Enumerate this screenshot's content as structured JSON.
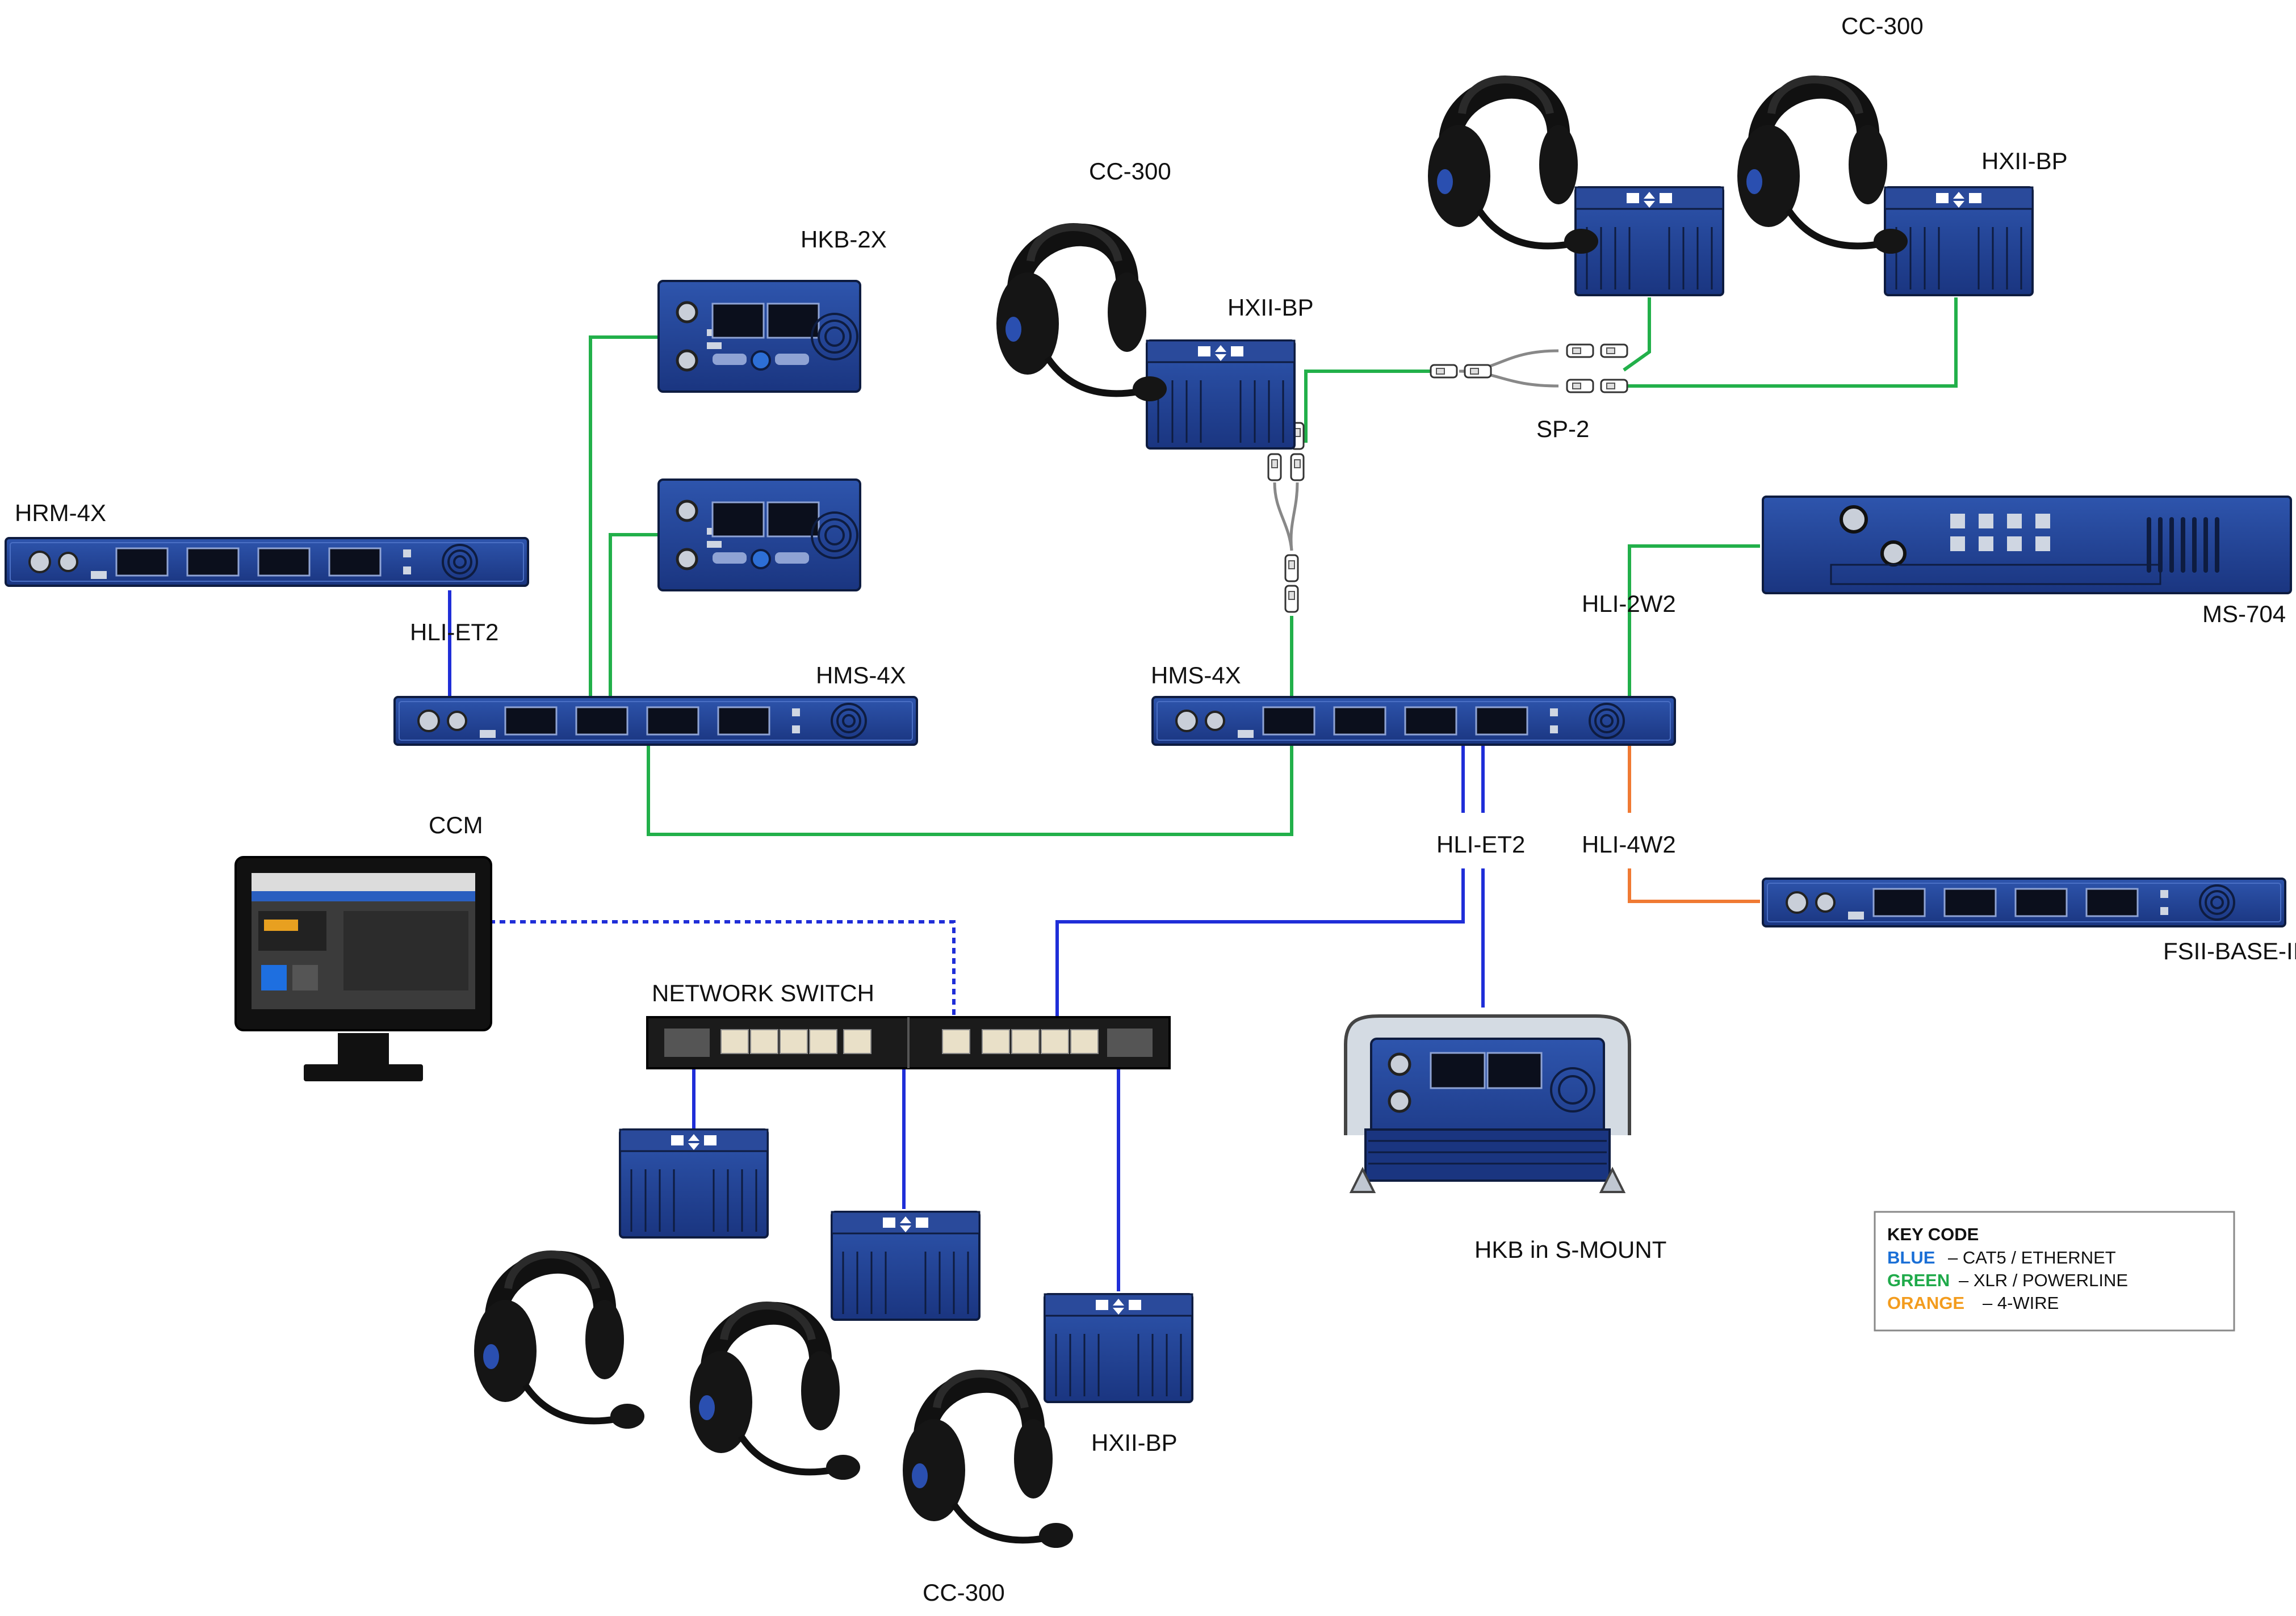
{
  "diagram": {
    "labels": {
      "hrm_4x": "HRM-4X",
      "hli_et2_left": "HLI-ET2",
      "hms_4x_left": "HMS-4X",
      "hkb_2x": "HKB-2X",
      "cc300_mid": "CC-300",
      "hxii_bp_mid": "HXII-BP",
      "cc300_top": "CC-300",
      "hxii_bp_top": "HXII-BP",
      "sp_2": "SP-2",
      "hli_2w2": "HLI-2W2",
      "ms_704": "MS-704",
      "hms_4x_right": "HMS-4X",
      "hli_et2_right": "HLI-ET2",
      "hli_4w2": "HLI-4W2",
      "fsii_base_ii": "FSII-BASE-II",
      "ccm": "CCM",
      "network_switch": "NETWORK SWITCH",
      "hkb_s_mount": "HKB in S-MOUNT",
      "hxii_bp_bottom": "HXII-BP",
      "cc300_bottom": "CC-300"
    },
    "key": {
      "title": "KEY CODE",
      "blue_word": "BLUE",
      "blue_desc": "– CAT5 / ETHERNET",
      "green_word": "GREEN",
      "green_desc": "– XLR / POWERLINE",
      "orange_word": "ORANGE",
      "orange_desc": "– 4-WIRE"
    },
    "colors": {
      "blue": "#1f2ed8",
      "green": "#22b04a",
      "orange": "#f07a33",
      "device_blue": "#1e3f8f",
      "key_blue": "#1a6fd6",
      "key_green": "#1faa4a",
      "key_orange": "#f39c1e"
    },
    "icons": [
      "headset-icon",
      "beltpack-icon",
      "rack-unit-icon",
      "desktop-panel-icon",
      "monitor-icon",
      "network-switch-icon",
      "splitter-cable-icon"
    ]
  }
}
